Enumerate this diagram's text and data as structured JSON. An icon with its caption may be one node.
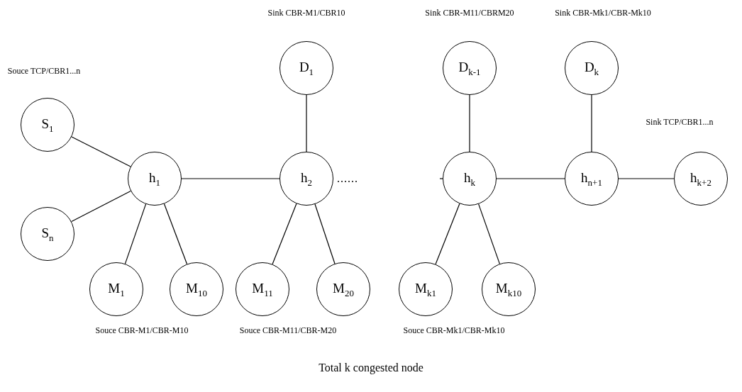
{
  "diagram": {
    "caption": "Total k congested node",
    "nodes": [
      {
        "text": [
          "D$_{1}$"
        ],
        "beside": [
          "Sink CBR-M1/CBR10"
        ]
      },
      {
        "text": [
          "D$_{k-1}$"
        ],
        "beside": [
          "Sink CBR-M11/CBRM20"
        ]
      },
      {
        "text": [
          "D$_{k}$"
        ],
        "beside": [
          "Sink CBR-Mk1/CBR-Mk10"
        ]
      },
      {
        "text": [
          "S$_{1}$"
        ],
        "beside": [
          "Souce TCP/CBR1...n"
        ]
      },
      {
        "text": [
          "h$_{1}$"
        ]
      },
      {
        "text": [
          "h$_{2}$"
        ]
      },
      {
        "text": [
          "h$_{k}$"
        ]
      },
      {
        "text": [
          "h$_{n+1}$"
        ]
      },
      {
        "text": [
          "h$_{k+2}$"
        ],
        "beside": [
          "Sink TCP/CBR1...n"
        ]
      },
      {
        "text": [
          "S$_{n}$"
        ]
      },
      {
        "text": [
          "M$_{1}$"
        ]
      },
      {
        "text": [
          "M$_{10}$"
        ]
      },
      {
        "text": [
          "M$_{11}$"
        ]
      },
      {
        "text": [
          "M$_{20}$"
        ]
      },
      {
        "text": [
          "M$_{k1}$"
        ]
      },
      {
        "text": [
          "M$_{k10}$"
        ]
      }
    ],
    "edges": [
      {
        "from": 3,
        "to": 4,
        "arrow": "none"
      },
      {
        "from": 9,
        "to": 4,
        "arrow": "none"
      },
      {
        "from": 4,
        "to": 5,
        "arrow": "none"
      },
      {
        "from": 0,
        "to": 5,
        "arrow": "none"
      },
      {
        "from": 1,
        "to": 6,
        "arrow": "none"
      },
      {
        "from": 2,
        "to": 7,
        "arrow": "none"
      },
      {
        "from": 6,
        "to": 7,
        "arrow": "none"
      },
      {
        "from": 7,
        "to": 8,
        "arrow": "none"
      },
      {
        "from": 4,
        "to": 10,
        "arrow": "none"
      },
      {
        "from": 4,
        "to": 11,
        "arrow": "none"
      },
      {
        "from": 5,
        "to": 12,
        "arrow": "none"
      },
      {
        "from": 5,
        "to": 13,
        "arrow": "none"
      },
      {
        "from": 6,
        "to": 14,
        "arrow": "none"
      },
      {
        "from": 6,
        "to": 15,
        "arrow": "none"
      },
      {
        "from": null,
        "to": 6,
        "arrow": "none"
      }
    ],
    "labels": [
      "......",
      "Souce CBR-M1/CBR-M10",
      "Souce CBR-M11/CBR-M20",
      "Souce CBR-Mk1/CBR-Mk10"
    ]
  }
}
